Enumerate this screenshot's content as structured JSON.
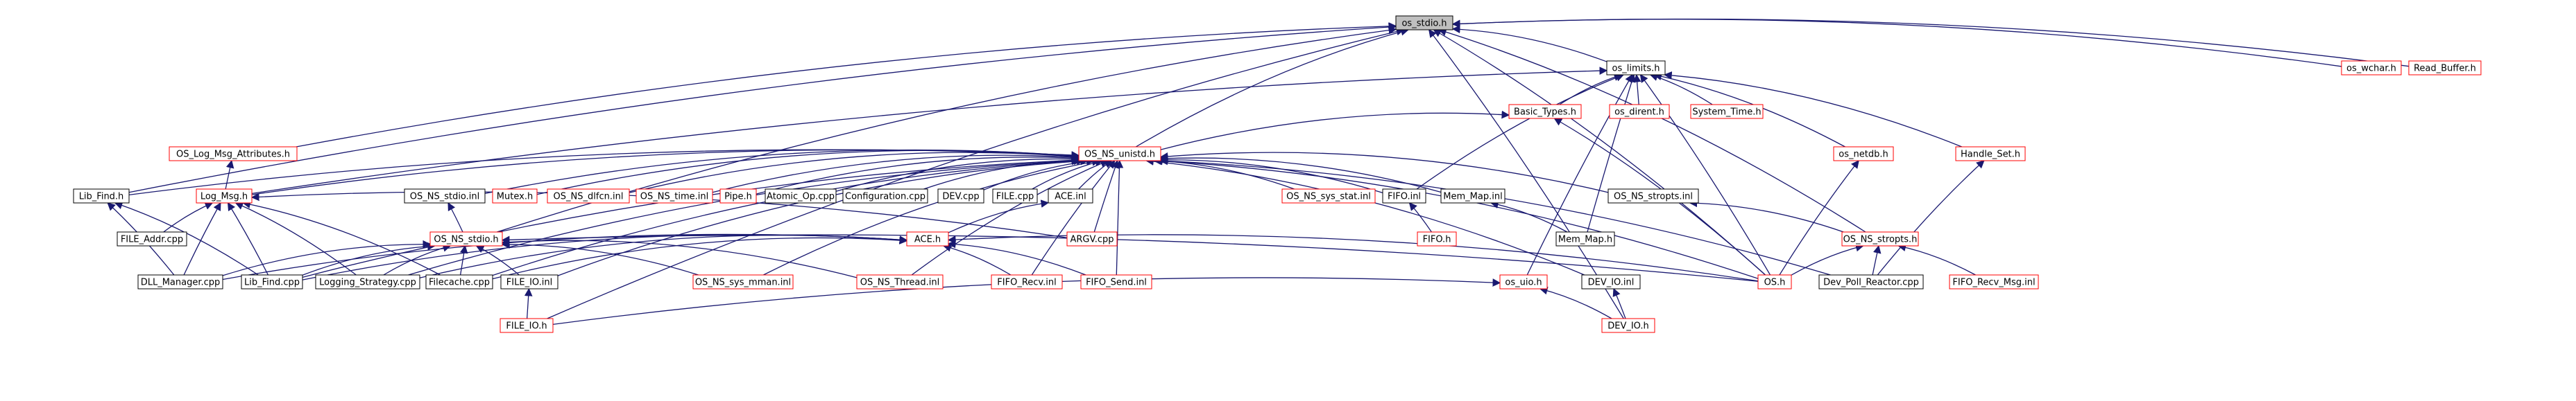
{
  "colors": {
    "edge": "#191970",
    "node_border_black": "#000000",
    "node_border_red": "#ff0000",
    "focus_fill": "#bfbfbf",
    "node_fill": "#ffffff"
  },
  "nodes": [
    {
      "id": "os_stdio_h",
      "label": "os_stdio.h",
      "border": "black",
      "focus": true
    },
    {
      "id": "os_wchar_h",
      "label": "os_wchar.h",
      "border": "red"
    },
    {
      "id": "read_buffer_h",
      "label": "Read_Buffer.h",
      "border": "red"
    },
    {
      "id": "os_limits_h",
      "label": "os_limits.h",
      "border": "black"
    },
    {
      "id": "basic_types_h",
      "label": "Basic_Types.h",
      "border": "red"
    },
    {
      "id": "os_dirent_h",
      "label": "os_dirent.h",
      "border": "red"
    },
    {
      "id": "system_time_h",
      "label": "System_Time.h",
      "border": "red"
    },
    {
      "id": "os_log_msg_attr_h",
      "label": "OS_Log_Msg_Attributes.h",
      "border": "red"
    },
    {
      "id": "os_netdb_h",
      "label": "os_netdb.h",
      "border": "red"
    },
    {
      "id": "handle_set_h",
      "label": "Handle_Set.h",
      "border": "red"
    },
    {
      "id": "os_ns_unistd_h",
      "label": "OS_NS_unistd.h",
      "border": "red"
    },
    {
      "id": "lib_find_h",
      "label": "Lib_Find.h",
      "border": "black"
    },
    {
      "id": "log_msg_h",
      "label": "Log_Msg.h",
      "border": "red"
    },
    {
      "id": "os_ns_stdio_inl",
      "label": "OS_NS_stdio.inl",
      "border": "black"
    },
    {
      "id": "mutex_h",
      "label": "Mutex.h",
      "border": "red"
    },
    {
      "id": "os_ns_dlfcn_inl",
      "label": "OS_NS_dlfcn.inl",
      "border": "red"
    },
    {
      "id": "os_ns_time_inl",
      "label": "OS_NS_time.inl",
      "border": "red"
    },
    {
      "id": "pipe_h",
      "label": "Pipe.h",
      "border": "red"
    },
    {
      "id": "atomic_op_cpp",
      "label": "Atomic_Op.cpp",
      "border": "black"
    },
    {
      "id": "configuration_cpp",
      "label": "Configuration.cpp",
      "border": "black"
    },
    {
      "id": "dev_cpp",
      "label": "DEV.cpp",
      "border": "black"
    },
    {
      "id": "file_cpp",
      "label": "FILE.cpp",
      "border": "black"
    },
    {
      "id": "ace_inl",
      "label": "ACE.inl",
      "border": "black"
    },
    {
      "id": "os_ns_sys_stat_inl",
      "label": "OS_NS_sys_stat.inl",
      "border": "red"
    },
    {
      "id": "fifo_inl",
      "label": "FIFO.inl",
      "border": "black"
    },
    {
      "id": "mem_map_inl",
      "label": "Mem_Map.inl",
      "border": "black"
    },
    {
      "id": "os_ns_stropts_inl",
      "label": "OS_NS_stropts.inl",
      "border": "black"
    },
    {
      "id": "file_addr_cpp",
      "label": "FILE_Addr.cpp",
      "border": "black"
    },
    {
      "id": "os_ns_stdio_h",
      "label": "OS_NS_stdio.h",
      "border": "red"
    },
    {
      "id": "ace_h",
      "label": "ACE.h",
      "border": "red"
    },
    {
      "id": "argv_cpp",
      "label": "ARGV.cpp",
      "border": "red"
    },
    {
      "id": "fifo_h",
      "label": "FIFO.h",
      "border": "red"
    },
    {
      "id": "mem_map_h",
      "label": "Mem_Map.h",
      "border": "black"
    },
    {
      "id": "os_ns_stropts_h",
      "label": "OS_NS_stropts.h",
      "border": "red"
    },
    {
      "id": "dll_manager_cpp",
      "label": "DLL_Manager.cpp",
      "border": "black"
    },
    {
      "id": "lib_find_cpp",
      "label": "Lib_Find.cpp",
      "border": "black"
    },
    {
      "id": "logging_strategy_cpp",
      "label": "Logging_Strategy.cpp",
      "border": "black"
    },
    {
      "id": "filecache_cpp",
      "label": "Filecache.cpp",
      "border": "black"
    },
    {
      "id": "file_io_inl",
      "label": "FILE_IO.inl",
      "border": "black"
    },
    {
      "id": "os_ns_sys_mman_inl",
      "label": "OS_NS_sys_mman.inl",
      "border": "red"
    },
    {
      "id": "os_ns_thread_inl",
      "label": "OS_NS_Thread.inl",
      "border": "red"
    },
    {
      "id": "fifo_recv_inl",
      "label": "FIFO_Recv.inl",
      "border": "red"
    },
    {
      "id": "fifo_send_inl",
      "label": "FIFO_Send.inl",
      "border": "red"
    },
    {
      "id": "os_uio_h",
      "label": "os_uio.h",
      "border": "red"
    },
    {
      "id": "dev_io_inl",
      "label": "DEV_IO.inl",
      "border": "black"
    },
    {
      "id": "os_h",
      "label": "OS.h",
      "border": "red"
    },
    {
      "id": "dev_poll_reactor_cpp",
      "label": "Dev_Poll_Reactor.cpp",
      "border": "black"
    },
    {
      "id": "fifo_recv_msg_inl",
      "label": "FIFO_Recv_Msg.inl",
      "border": "red"
    },
    {
      "id": "file_io_h",
      "label": "FILE_IO.h",
      "border": "red"
    },
    {
      "id": "dev_io_h",
      "label": "DEV_IO.h",
      "border": "red"
    }
  ],
  "edges": [
    [
      "os_wchar_h",
      "os_stdio_h"
    ],
    [
      "read_buffer_h",
      "os_stdio_h"
    ],
    [
      "os_limits_h",
      "os_stdio_h"
    ],
    [
      "os_log_msg_attr_h",
      "os_stdio_h"
    ],
    [
      "lib_find_h",
      "os_stdio_h"
    ],
    [
      "os_ns_unistd_h",
      "os_stdio_h"
    ],
    [
      "os_ns_stdio_h",
      "os_stdio_h"
    ],
    [
      "os_ns_stropts_h",
      "os_stdio_h"
    ],
    [
      "os_h",
      "os_stdio_h"
    ],
    [
      "file_io_h",
      "os_stdio_h"
    ],
    [
      "dev_io_h",
      "os_stdio_h"
    ],
    [
      "basic_types_h",
      "os_limits_h"
    ],
    [
      "os_dirent_h",
      "os_limits_h"
    ],
    [
      "system_time_h",
      "os_limits_h"
    ],
    [
      "os_netdb_h",
      "os_limits_h"
    ],
    [
      "handle_set_h",
      "os_limits_h"
    ],
    [
      "os_uio_h",
      "os_limits_h"
    ],
    [
      "mem_map_h",
      "os_limits_h"
    ],
    [
      "os_h",
      "os_limits_h"
    ],
    [
      "log_msg_h",
      "os_limits_h"
    ],
    [
      "fifo_inl",
      "os_limits_h"
    ],
    [
      "os_ns_unistd_h",
      "basic_types_h"
    ],
    [
      "os_h",
      "basic_types_h"
    ],
    [
      "log_msg_h",
      "os_log_msg_attr_h"
    ],
    [
      "os_h",
      "os_netdb_h"
    ],
    [
      "dev_poll_reactor_cpp",
      "handle_set_h"
    ],
    [
      "lib_find_h",
      "os_ns_unistd_h"
    ],
    [
      "log_msg_h",
      "os_ns_unistd_h"
    ],
    [
      "os_ns_stdio_inl",
      "os_ns_unistd_h"
    ],
    [
      "mutex_h",
      "os_ns_unistd_h"
    ],
    [
      "os_ns_dlfcn_inl",
      "os_ns_unistd_h"
    ],
    [
      "os_ns_time_inl",
      "os_ns_unistd_h"
    ],
    [
      "pipe_h",
      "os_ns_unistd_h"
    ],
    [
      "atomic_op_cpp",
      "os_ns_unistd_h"
    ],
    [
      "configuration_cpp",
      "os_ns_unistd_h"
    ],
    [
      "dev_cpp",
      "os_ns_unistd_h"
    ],
    [
      "file_cpp",
      "os_ns_unistd_h"
    ],
    [
      "ace_inl",
      "os_ns_unistd_h"
    ],
    [
      "os_ns_sys_stat_inl",
      "os_ns_unistd_h"
    ],
    [
      "fifo_inl",
      "os_ns_unistd_h"
    ],
    [
      "mem_map_inl",
      "os_ns_unistd_h"
    ],
    [
      "os_ns_stropts_inl",
      "os_ns_unistd_h"
    ],
    [
      "argv_cpp",
      "os_ns_unistd_h"
    ],
    [
      "os_ns_sys_mman_inl",
      "os_ns_unistd_h"
    ],
    [
      "os_ns_thread_inl",
      "os_ns_unistd_h"
    ],
    [
      "fifo_recv_inl",
      "os_ns_unistd_h"
    ],
    [
      "fifo_send_inl",
      "os_ns_unistd_h"
    ],
    [
      "dev_io_inl",
      "os_ns_unistd_h"
    ],
    [
      "os_h",
      "os_ns_unistd_h"
    ],
    [
      "dev_poll_reactor_cpp",
      "os_ns_unistd_h"
    ],
    [
      "lib_find_cpp",
      "os_ns_unistd_h"
    ],
    [
      "logging_strategy_cpp",
      "os_ns_unistd_h"
    ],
    [
      "filecache_cpp",
      "os_ns_unistd_h"
    ],
    [
      "file_io_inl",
      "os_ns_unistd_h"
    ],
    [
      "dll_manager_cpp",
      "lib_find_h"
    ],
    [
      "lib_find_cpp",
      "lib_find_h"
    ],
    [
      "file_addr_cpp",
      "log_msg_h"
    ],
    [
      "dll_manager_cpp",
      "log_msg_h"
    ],
    [
      "lib_find_cpp",
      "log_msg_h"
    ],
    [
      "logging_strategy_cpp",
      "log_msg_h"
    ],
    [
      "filecache_cpp",
      "log_msg_h"
    ],
    [
      "argv_cpp",
      "log_msg_h"
    ],
    [
      "os_ns_stdio_h",
      "os_ns_stdio_inl"
    ],
    [
      "ace_h",
      "ace_inl"
    ],
    [
      "fifo_h",
      "fifo_inl"
    ],
    [
      "mem_map_h",
      "mem_map_inl"
    ],
    [
      "os_ns_stropts_h",
      "os_ns_stropts_inl"
    ],
    [
      "dll_manager_cpp",
      "os_ns_stdio_h"
    ],
    [
      "lib_find_cpp",
      "os_ns_stdio_h"
    ],
    [
      "logging_strategy_cpp",
      "os_ns_stdio_h"
    ],
    [
      "filecache_cpp",
      "os_ns_stdio_h"
    ],
    [
      "file_io_inl",
      "os_ns_stdio_h"
    ],
    [
      "os_ns_sys_mman_inl",
      "os_ns_stdio_h"
    ],
    [
      "os_ns_thread_inl",
      "os_ns_stdio_h"
    ],
    [
      "os_h",
      "os_ns_stdio_h"
    ],
    [
      "dll_manager_cpp",
      "ace_h"
    ],
    [
      "lib_find_cpp",
      "ace_h"
    ],
    [
      "logging_strategy_cpp",
      "ace_h"
    ],
    [
      "filecache_cpp",
      "ace_h"
    ],
    [
      "fifo_recv_inl",
      "ace_h"
    ],
    [
      "fifo_send_inl",
      "ace_h"
    ],
    [
      "os_h",
      "ace_h"
    ],
    [
      "os_h",
      "os_ns_stropts_h"
    ],
    [
      "dev_poll_reactor_cpp",
      "os_ns_stropts_h"
    ],
    [
      "fifo_recv_msg_inl",
      "os_ns_stropts_h"
    ],
    [
      "file_io_h",
      "file_io_inl"
    ],
    [
      "file_io_h",
      "os_uio_h"
    ],
    [
      "dev_io_h",
      "os_uio_h"
    ],
    [
      "dev_io_h",
      "dev_io_inl"
    ]
  ]
}
